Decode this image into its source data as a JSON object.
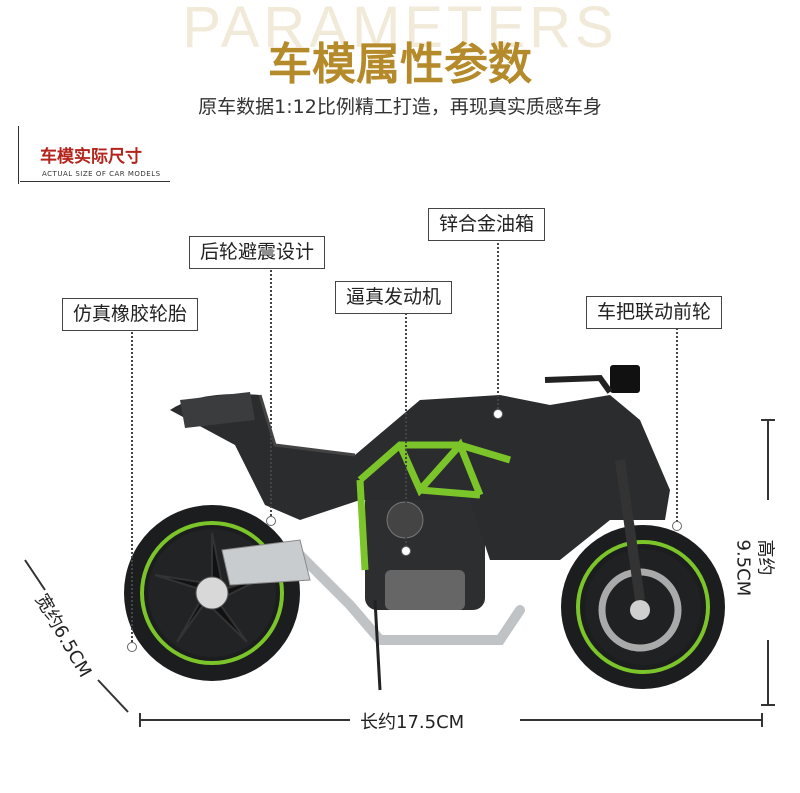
{
  "watermark": "PARAMETERS",
  "title": "车模属性参数",
  "subtitle": "原车数据1:12比例精工打造，再现真实质感车身",
  "section": {
    "title": "车模实际尺寸",
    "subtitle": "ACTUAL SIZE OF CAR MODELS"
  },
  "callouts": {
    "tank": "锌合金油箱",
    "rear_shock": "后轮避震设计",
    "engine": "逼真发动机",
    "tire": "仿真橡胶轮胎",
    "front": "车把联动前轮"
  },
  "dimensions": {
    "length": "长约17.5CM",
    "height": "高约9.5CM",
    "width": "宽约6.5CM"
  },
  "colors": {
    "title": "#b58a2a",
    "section_title": "#b3241c",
    "accent_green": "#7bc52a",
    "body_dark": "#2a2c2e"
  }
}
